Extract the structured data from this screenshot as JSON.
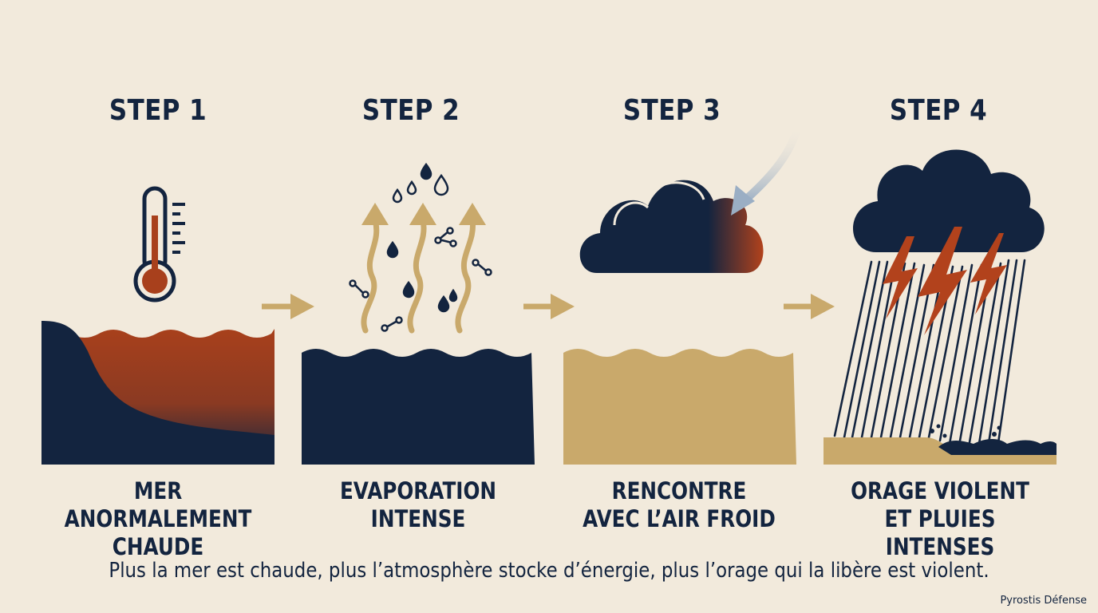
{
  "steps": [
    {
      "title": "STEP 1",
      "label_lines": [
        "MER ANORMALEMENT",
        "CHAUDE"
      ],
      "icon": "thermometer-icon"
    },
    {
      "title": "STEP 2",
      "label_lines": [
        "EVAPORATION",
        "INTENSE"
      ],
      "icon": "evaporation-icon"
    },
    {
      "title": "STEP 3",
      "label_lines": [
        "RENCONTRE",
        "AVEC L’AIR FROID"
      ],
      "icon": "cloud-icon"
    },
    {
      "title": "STEP 4",
      "label_lines": [
        "ORAGE VIOLENT",
        "ET PLUIES INTENSES"
      ],
      "icon": "storm-icon"
    }
  ],
  "tagline": "Plus la mer est chaude, plus l’atmosphère stocke d’énergie, plus l’orage qui la libère est violent.",
  "brand": "Pyrostis Défense",
  "colors": {
    "background": "#f2eadc",
    "navy": "#13243f",
    "rust": "#a8401c",
    "sand": "#c9a96b",
    "cold_air": "#a9b8c9"
  }
}
